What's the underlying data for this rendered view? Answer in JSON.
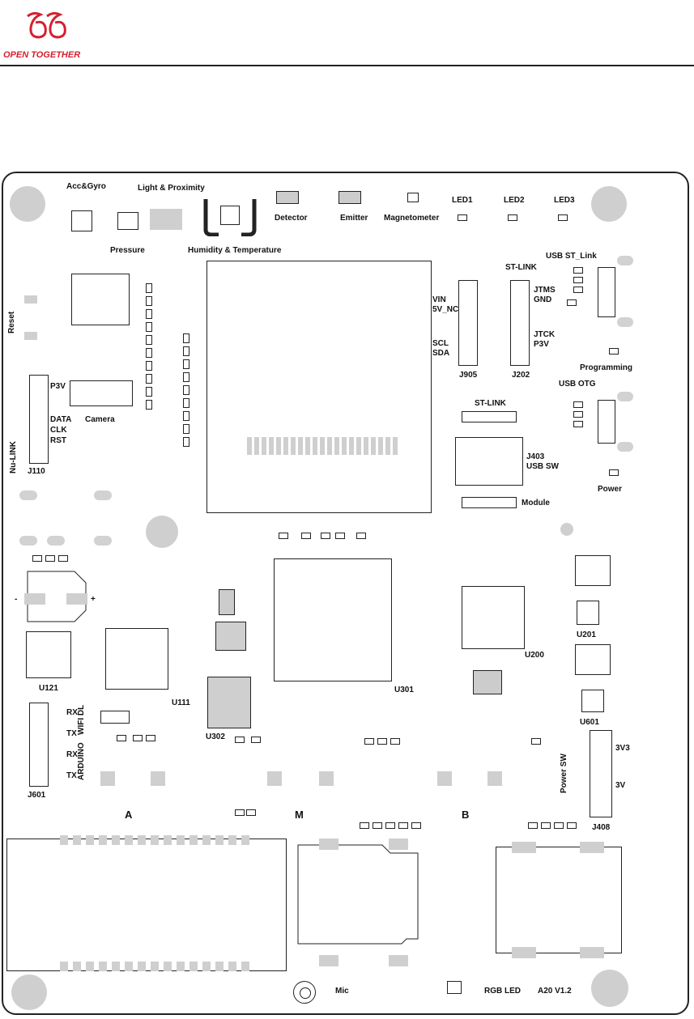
{
  "brand": {
    "tagline": "OPEN TOGETHER",
    "logo_color": "#d4202f"
  },
  "labels": {
    "acc_gyro": "Acc&Gyro",
    "light_proximity": "Light & Proximity",
    "detector": "Detector",
    "emitter": "Emitter",
    "magnetometer": "Magnetometer",
    "led1": "LED1",
    "led2": "LED2",
    "led3": "LED3",
    "pressure": "Pressure",
    "humidity_temperature": "Humidity & Temperature",
    "usb_st_link": "USB ST_Link",
    "st_link_top": "ST-LINK",
    "vin": "VIN",
    "v5_nc": "5V_NC",
    "scl": "SCL",
    "sda": "SDA",
    "jtms": "JTMS",
    "gnd": "GND",
    "jtck": "JTCK",
    "p3v_right": "P3V",
    "j905": "J905",
    "j202": "J202",
    "programming": "Programming",
    "usb_otg": "USB OTG",
    "st_link_mid": "ST-LINK",
    "j403": "J403",
    "usb_sw": "USB SW",
    "power": "Power",
    "module": "Module",
    "reset": "Reset",
    "p3v_left": "P3V",
    "data": "DATA",
    "clk": "CLK",
    "rst": "RST",
    "camera": "Camera",
    "nu_link": "Nu-LINK",
    "j110": "J110",
    "u121": "U121",
    "u111": "U111",
    "u302": "U302",
    "u301": "U301",
    "u200": "U200",
    "u201": "U201",
    "u601": "U601",
    "rx1": "RX",
    "tx1": "TX",
    "wifi_dl": "WIFI DL",
    "rx2": "RX",
    "tx2": "TX",
    "arduino": "ARDUINO",
    "j601": "J601",
    "power_sw": "Power SW",
    "v3v3": "3V3",
    "v3v": "3V",
    "j408": "J408",
    "a": "A",
    "m": "M",
    "b": "B",
    "mic": "Mic",
    "rgb_led": "RGB LED",
    "version": "A20 V1.2",
    "plus1": "+",
    "minus1": "-"
  }
}
